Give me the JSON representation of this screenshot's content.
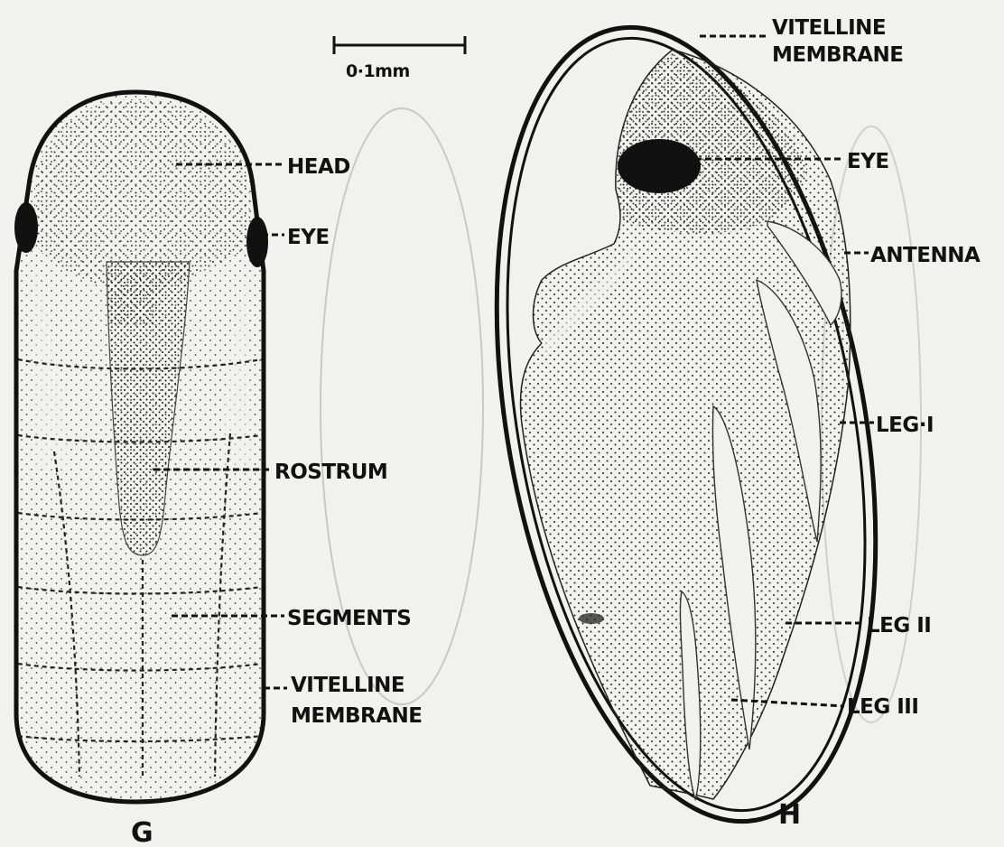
{
  "scale_bar": {
    "label": "0·1mm"
  },
  "figure_g": {
    "letter": "G",
    "labels": {
      "head": "HEAD",
      "eye": "EYE",
      "rostrum": "ROSTRUM",
      "segments": "SEGMENTS",
      "vitelline_line1": "VITELLINE",
      "vitelline_line2": "MEMBRANE"
    }
  },
  "figure_h": {
    "letter": "H",
    "labels": {
      "vitelline_line1": "VITELLINE",
      "vitelline_line2": "MEMBRANE",
      "eye": "EYE",
      "antenna": "ANTENNA",
      "leg1": "LEG·I",
      "leg2": "LEG II",
      "leg3": "LEG III"
    }
  },
  "colors": {
    "ink": "#111111",
    "paper": "#f1f1ef"
  }
}
